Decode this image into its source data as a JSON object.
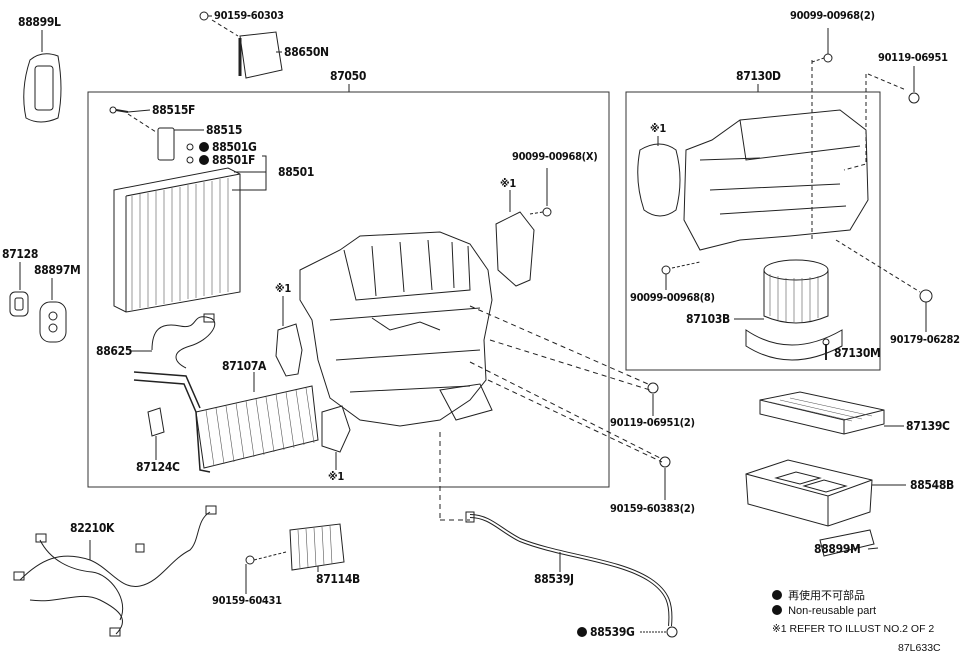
{
  "diagram": {
    "illustration_code": "87L633C",
    "parts": {
      "p88899L": "88899L",
      "p90159_60303": "90159-60303",
      "p88650N": "88650N",
      "p87050": "87050",
      "p88515F": "88515F",
      "p88515": "88515",
      "p88501G": "88501G",
      "p88501F": "88501F",
      "p88501": "88501",
      "p90099_00968X": "90099-00968(X)",
      "p87128": "87128",
      "p88897M": "88897M",
      "p88625": "88625",
      "p87107A": "87107A",
      "p87124C": "87124C",
      "p90099_00968_2": "90099-00968(2)",
      "p90119_06951": "90119-06951",
      "p87130D": "87130D",
      "p90099_00968_8": "90099-00968(8)",
      "p87103B": "87103B",
      "p87130M": "87130M",
      "p90179_06282": "90179-06282",
      "p90119_06951_2": "90119-06951(2)",
      "p87139C": "87139C",
      "p90159_60383_2": "90159-60383(2)",
      "p88548B": "88548B",
      "p82210K": "82210K",
      "p87114B": "87114B",
      "p88539J": "88539J",
      "p90159_60431": "90159-60431",
      "p88899M": "88899M",
      "p88539G": "88539G"
    },
    "refer_mark": "※1",
    "legend": {
      "jp": "再使用不可部品",
      "en": "Non-reusable part",
      "refer": "※1 REFER TO ILLUST NO.2 OF 2"
    }
  }
}
